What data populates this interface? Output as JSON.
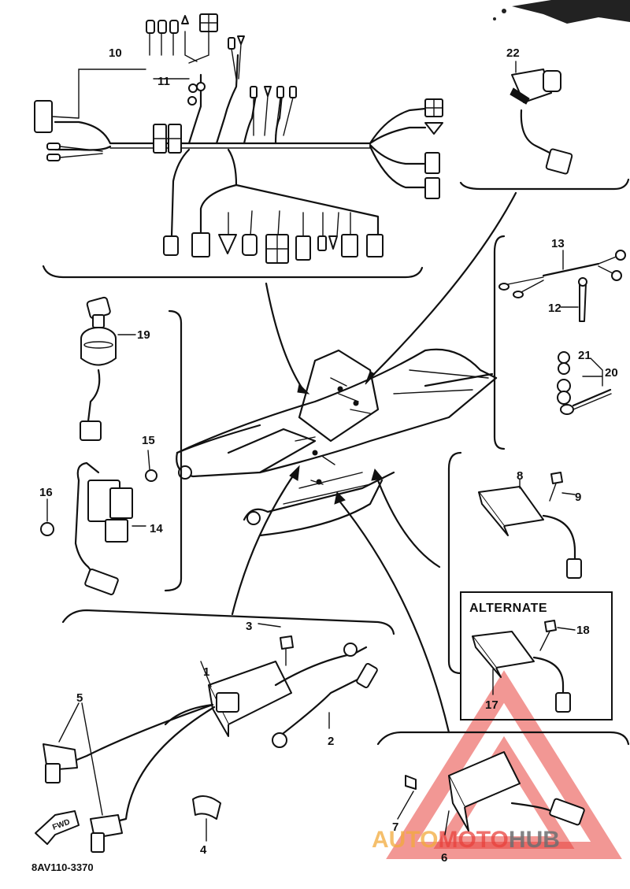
{
  "figure": {
    "code": "8AV110-3370",
    "fwd_label": "FWD",
    "alternate_label": "ALTERNATE"
  },
  "callouts": {
    "c1": "1",
    "c2": "2",
    "c3": "3",
    "c4": "4",
    "c5": "5",
    "c6": "6",
    "c7": "7",
    "c8": "8",
    "c9": "9",
    "c10": "10",
    "c11": "11",
    "c12": "12",
    "c13": "13",
    "c14": "14",
    "c15": "15",
    "c16": "16",
    "c17": "17",
    "c18": "18",
    "c19": "19",
    "c20": "20",
    "c21": "21",
    "c22": "22"
  },
  "watermark": {
    "part1": "AUTO",
    "part2": "MOTO",
    "part3": "HUB",
    "colors": {
      "auto": "#f2a93b",
      "moto": "#e8423c",
      "hub": "#6d6e71",
      "triangle": "#e8423c"
    }
  }
}
